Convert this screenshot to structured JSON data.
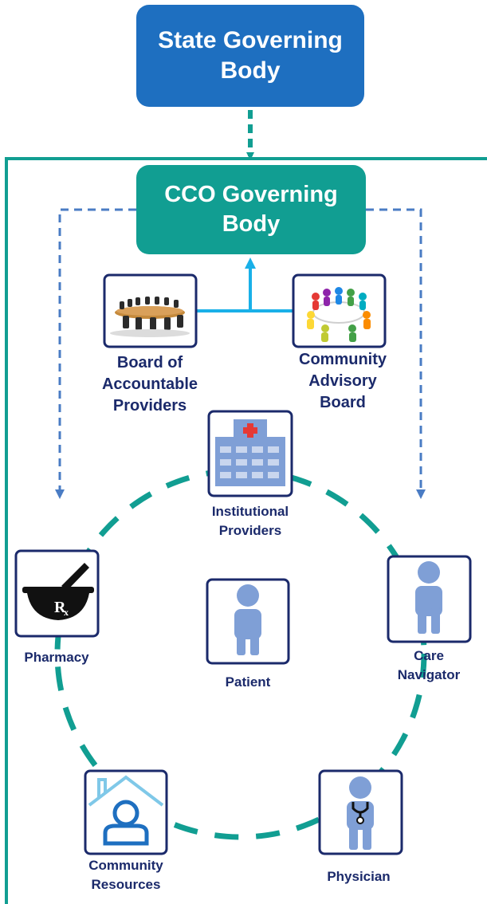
{
  "nodes": {
    "state": "State Governing\nBody",
    "cco": "CCO Governing\nBody",
    "board_providers": "Board of\nAccountable\nProviders",
    "community_advisory": "Community\nAdvisory\nBoard",
    "institutional": "Institutional\nProviders",
    "pharmacy": "Pharmacy",
    "patient": "Patient",
    "care_navigator": "Care\nNavigator",
    "community_resources": "Community\nResources",
    "physician": "Physician"
  },
  "icons": {
    "institutional": "hospital-icon",
    "pharmacy": "mortar-pestle-rx-icon",
    "patient": "person-icon",
    "care_navigator": "person-icon",
    "community_resources": "house-person-icon",
    "physician": "doctor-stethoscope-icon",
    "board_providers": "boardroom-table-icon",
    "community_advisory": "group-meeting-icon"
  },
  "colors": {
    "state": "#1e6fc0",
    "cco": "#119e92",
    "frame": "#119e92",
    "circle": "#119e92",
    "side_arrows": "#4a7cc4",
    "advisory_connector": "#19b0e8",
    "icon_border": "#1b2a6b",
    "person": "#7f9fd6",
    "label": "#1b2a6b"
  }
}
